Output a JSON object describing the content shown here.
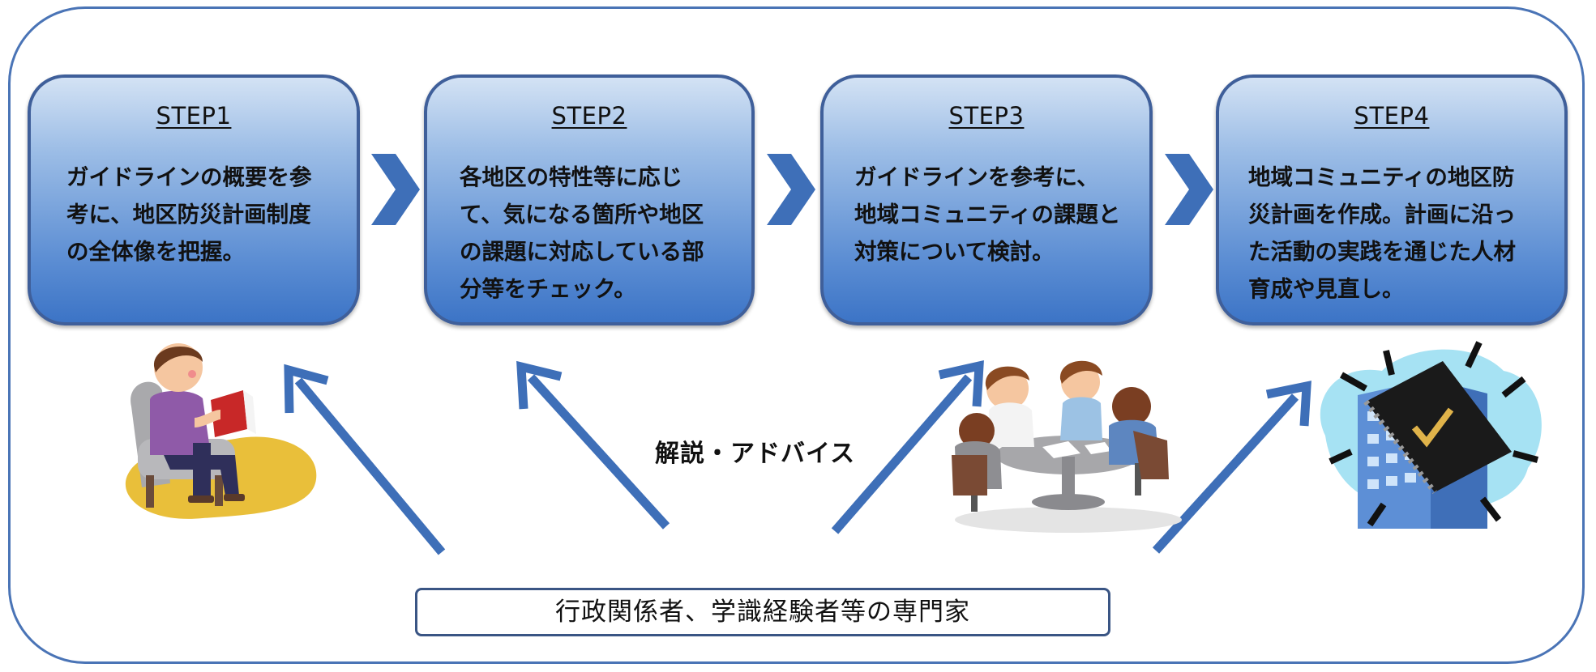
{
  "steps": [
    {
      "title": "STEP1",
      "body": "ガイドラインの概要を参\n考に、地区防災計画制度\nの全体像を把握。"
    },
    {
      "title": "STEP2",
      "body": "各地区の特性等に応じ\nて、気になる箇所や地区\nの課題に対応している部\n分等をチェック。"
    },
    {
      "title": "STEP3",
      "body": "ガイドラインを参考に、\n地域コミュニティの課題と\n対策について検討。"
    },
    {
      "title": "STEP4",
      "body": "地域コミュニティの地区防\n災計画を作成。計画に沿っ\nた活動の実践を通じた人材\n育成や見直し。"
    }
  ],
  "advice_label": "解説・アドバイス",
  "experts_label": "行政関係者、学識経験者等の専門家",
  "colors": {
    "frame_border": "#4a74b6",
    "step_fill_top": "#d3e2f4",
    "step_fill_bottom": "#3c74c6",
    "step_border": "#3f5f9a",
    "arrow": "#3e6fb8"
  },
  "icons": [
    "chevron-right-icon",
    "reading-person-illustration",
    "meeting-table-illustration",
    "plan-book-building-illustration"
  ]
}
